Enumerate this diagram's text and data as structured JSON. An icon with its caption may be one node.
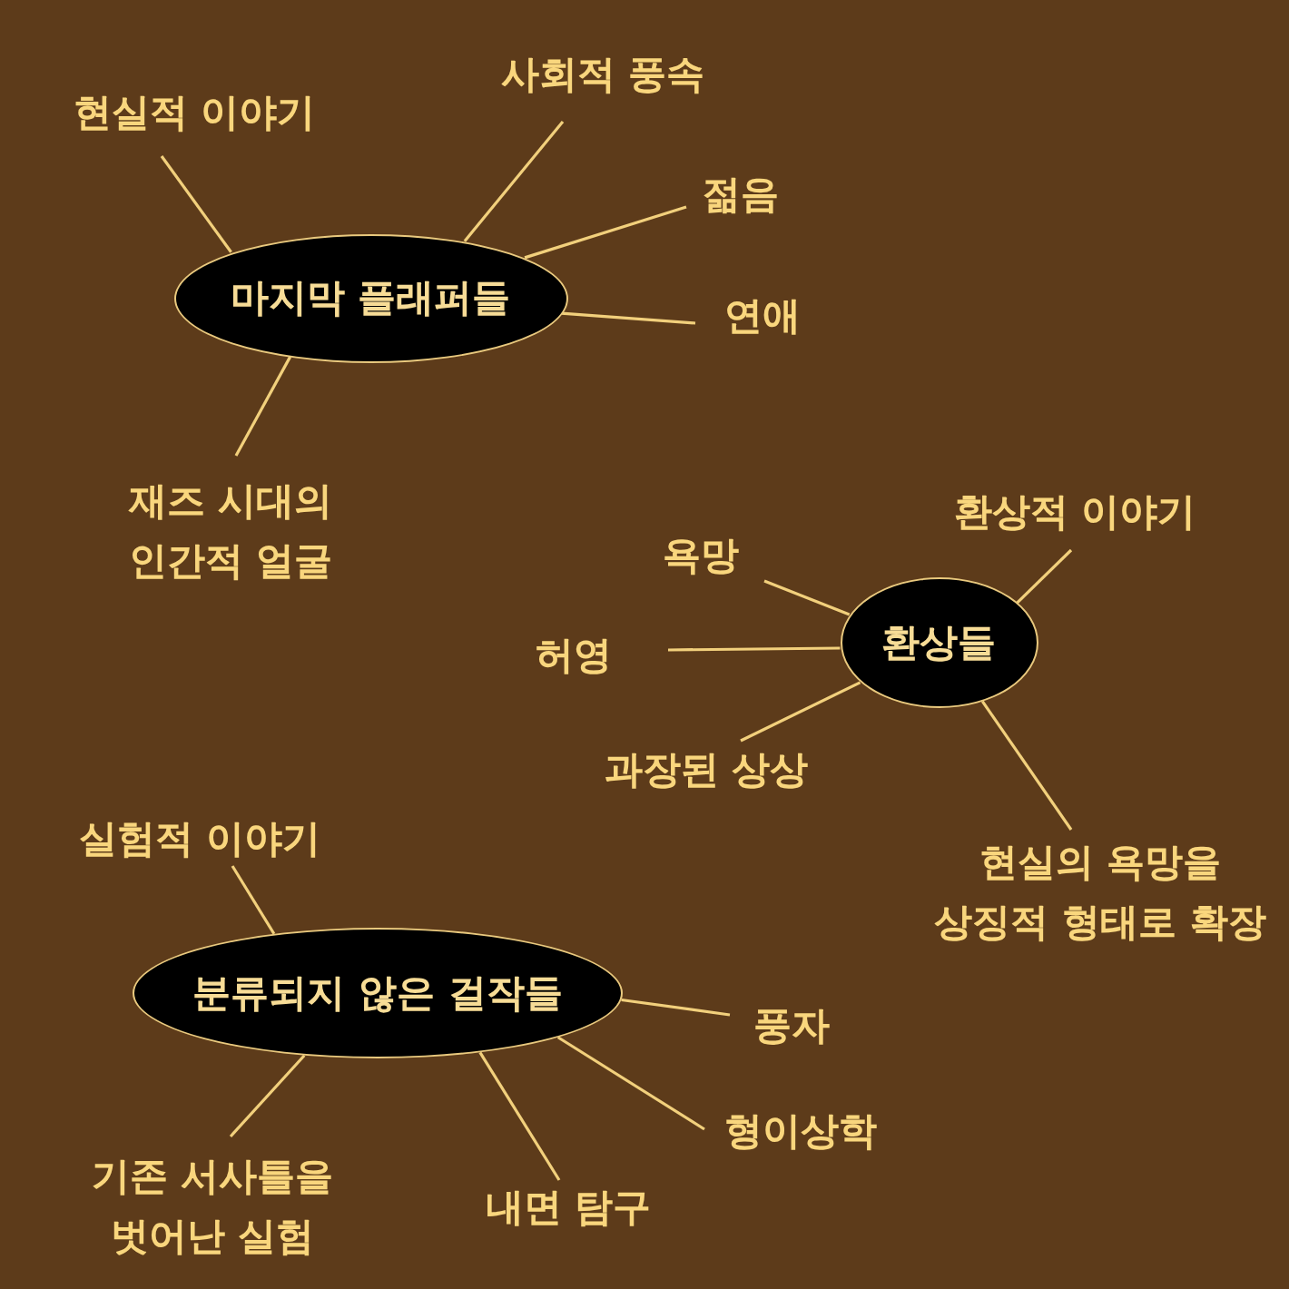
{
  "diagram": {
    "nodes": [
      {
        "text": [
          "마지막 플래퍼들"
        ]
      },
      {
        "text": [
          "현실적 이야기"
        ]
      },
      {
        "text": [
          "사회적 풍속"
        ]
      },
      {
        "text": [
          "젊음"
        ]
      },
      {
        "text": [
          "연애"
        ]
      },
      {
        "text": [
          "재즈 시대의 인간적 얼굴"
        ]
      },
      {
        "text": [
          "환상들"
        ]
      },
      {
        "text": [
          "환상적 이야기"
        ]
      },
      {
        "text": [
          "욕망"
        ]
      },
      {
        "text": [
          "허영"
        ]
      },
      {
        "text": [
          "과장된 상상"
        ]
      },
      {
        "text": [
          "현실의 욕망을 상징적 형태로 확장"
        ]
      },
      {
        "text": [
          "분류되지 않은 걸작들"
        ]
      },
      {
        "text": [
          "실험적 이야기"
        ]
      },
      {
        "text": [
          "풍자"
        ]
      },
      {
        "text": [
          "형이상학"
        ]
      },
      {
        "text": [
          "내면 탐구"
        ]
      },
      {
        "text": [
          "기존 서사틀을 벗어난 실험"
        ]
      }
    ],
    "edges": [
      {
        "from": 0,
        "to": 1,
        "arrow": "none"
      },
      {
        "from": 0,
        "to": 2,
        "arrow": "none"
      },
      {
        "from": 0,
        "to": 3,
        "arrow": "none"
      },
      {
        "from": 0,
        "to": 4,
        "arrow": "none"
      },
      {
        "from": 0,
        "to": 5,
        "arrow": "none"
      },
      {
        "from": 6,
        "to": 7,
        "arrow": "none"
      },
      {
        "from": 6,
        "to": 8,
        "arrow": "none"
      },
      {
        "from": 6,
        "to": 9,
        "arrow": "none"
      },
      {
        "from": 6,
        "to": 10,
        "arrow": "none"
      },
      {
        "from": 6,
        "to": 11,
        "arrow": "none"
      },
      {
        "from": 12,
        "to": 13,
        "arrow": "none"
      },
      {
        "from": 12,
        "to": 14,
        "arrow": "none"
      },
      {
        "from": 12,
        "to": 15,
        "arrow": "none"
      },
      {
        "from": 12,
        "to": 16,
        "arrow": "none"
      },
      {
        "from": 12,
        "to": 17,
        "arrow": "none"
      }
    ]
  }
}
